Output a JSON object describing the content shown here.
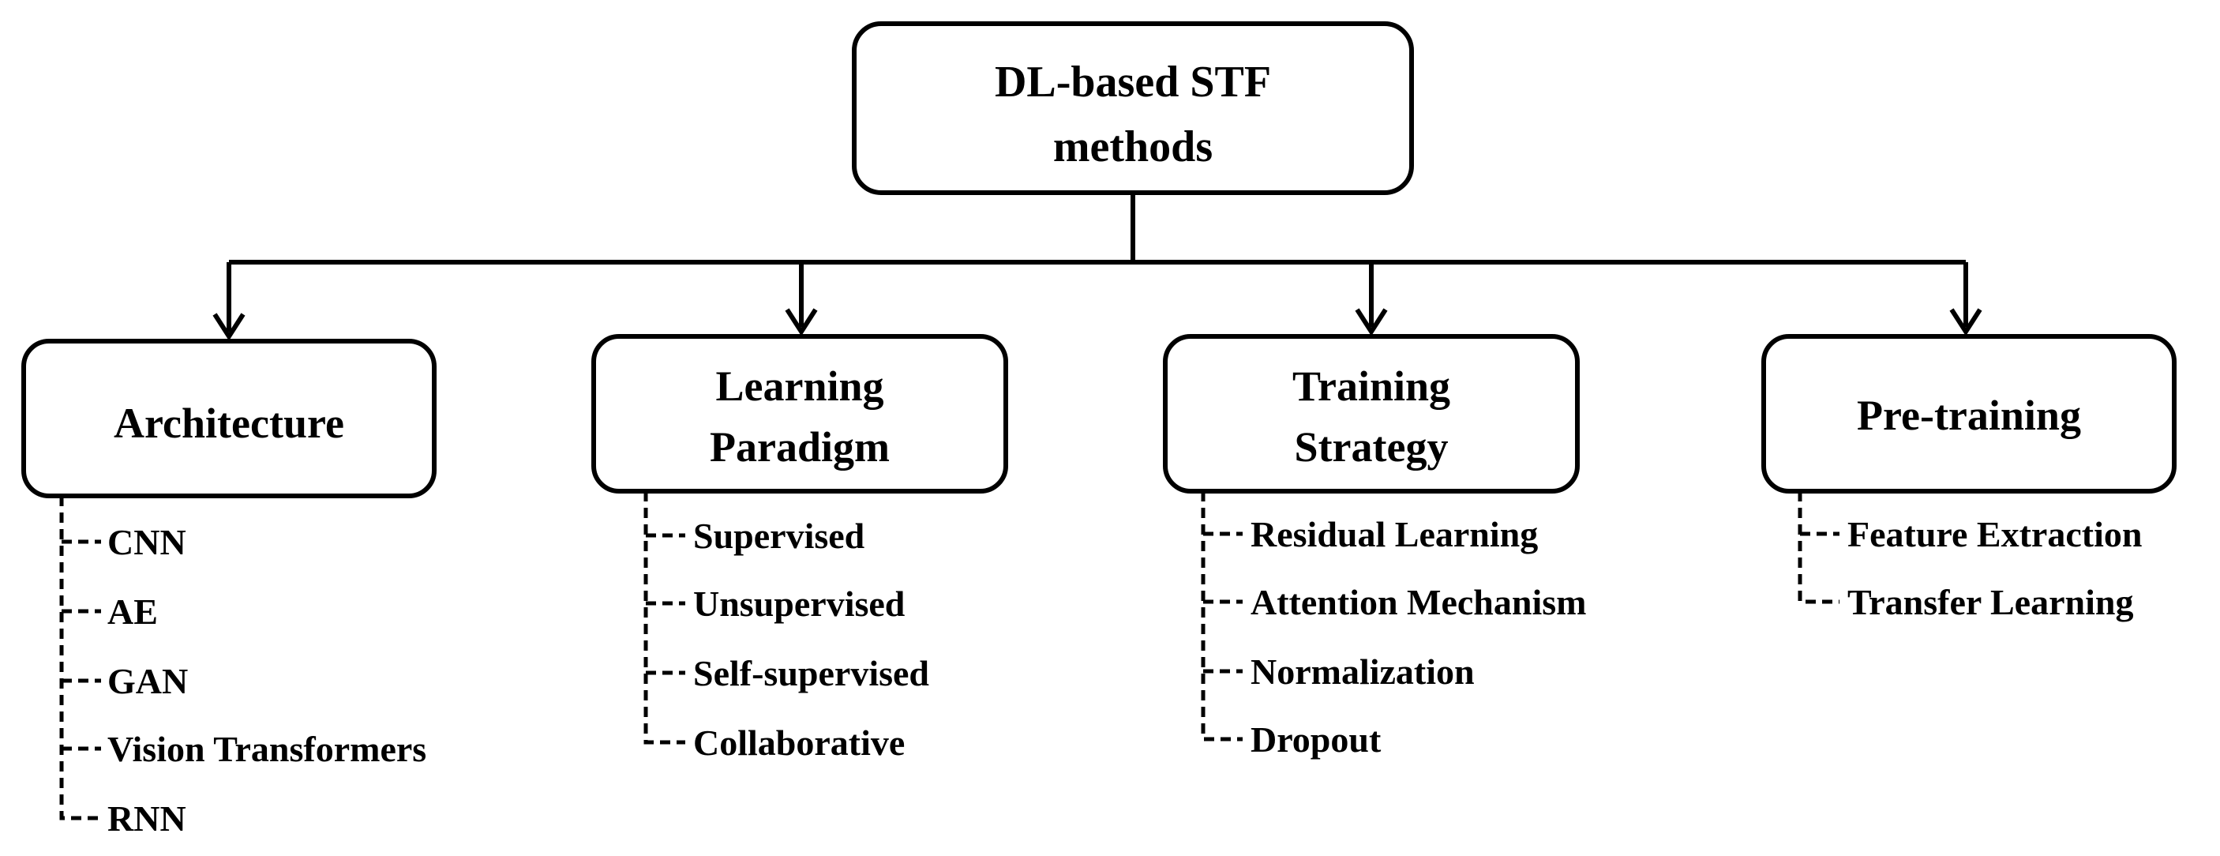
{
  "root": {
    "lines": [
      "DL-based STF",
      "methods"
    ]
  },
  "categories": [
    {
      "key": "architecture",
      "lines": [
        "Architecture"
      ],
      "items": [
        "CNN",
        "AE",
        "GAN",
        "Vision Transformers",
        "RNN"
      ]
    },
    {
      "key": "learning-paradigm",
      "lines": [
        "Learning",
        "Paradigm"
      ],
      "items": [
        "Supervised",
        "Unsupervised",
        "Self-supervised",
        "Collaborative"
      ]
    },
    {
      "key": "training-strategy",
      "lines": [
        "Training",
        "Strategy"
      ],
      "items": [
        "Residual Learning",
        "Attention Mechanism",
        "Normalization",
        "Dropout"
      ]
    },
    {
      "key": "pre-training",
      "lines": [
        "Pre-training"
      ],
      "items": [
        "Feature Extraction",
        "Transfer Learning"
      ]
    }
  ]
}
